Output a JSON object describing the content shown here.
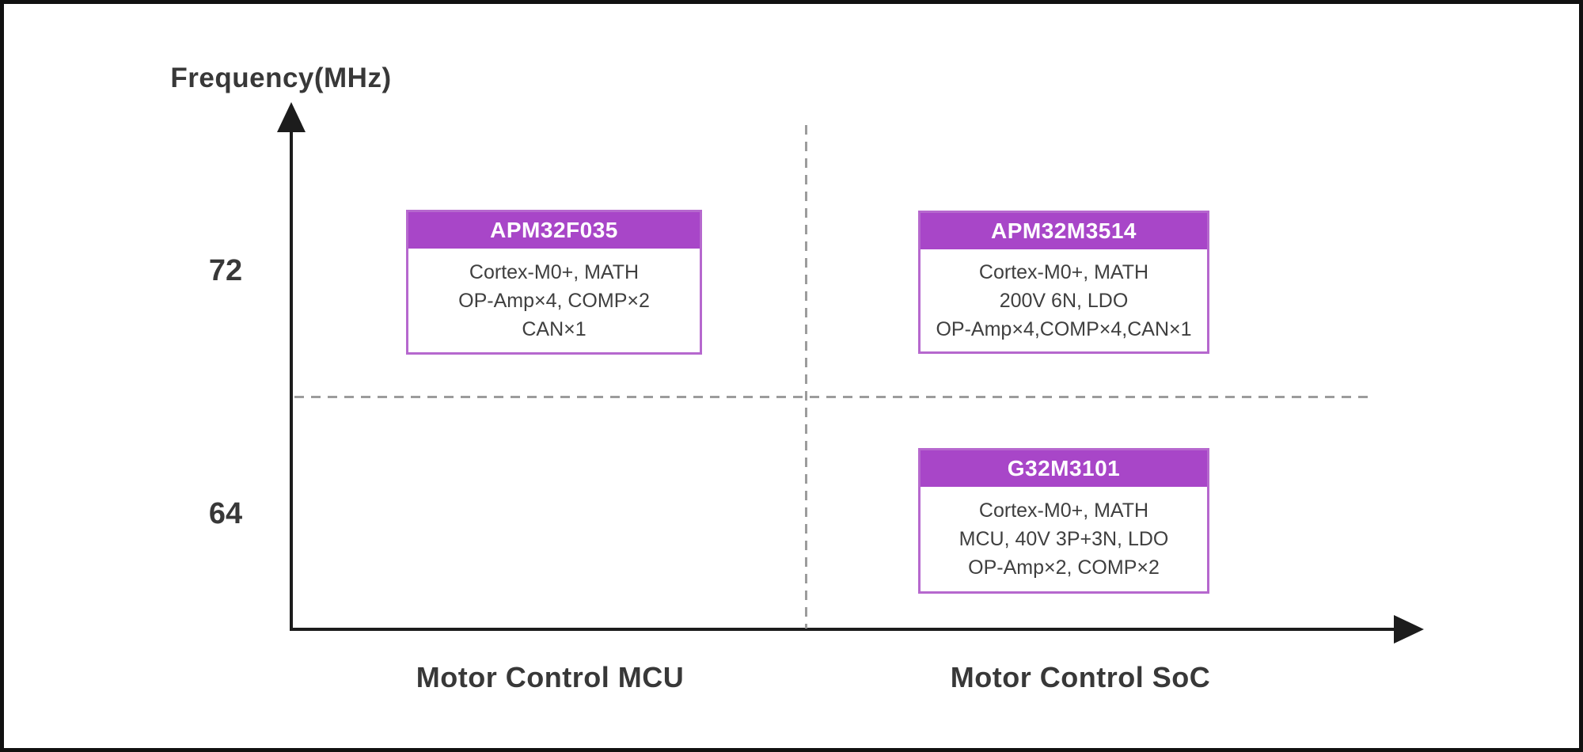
{
  "diagram": {
    "y_axis": {
      "label": "Frequency(MHz)",
      "ticks": [
        "72",
        "64"
      ]
    },
    "x_axis": {
      "categories": [
        "Motor Control MCU",
        "Motor Control SoC"
      ]
    },
    "products": [
      {
        "name": "APM32F035",
        "features": [
          "Cortex-M0+, MATH",
          "OP-Amp×4, COMP×2",
          "CAN×1"
        ],
        "category": "Motor Control MCU",
        "frequency_mhz": "72"
      },
      {
        "name": "APM32M3514",
        "features": [
          "Cortex-M0+, MATH",
          "200V 6N, LDO",
          "OP-Amp×4,COMP×4,CAN×1"
        ],
        "category": "Motor Control SoC",
        "frequency_mhz": "72"
      },
      {
        "name": "G32M3101",
        "features": [
          "Cortex-M0+, MATH",
          "MCU, 40V 3P+3N, LDO",
          "OP-Amp×2, COMP×2"
        ],
        "category": "Motor Control SoC",
        "frequency_mhz": "64"
      }
    ],
    "colors": {
      "header_purple": "#A846C8",
      "border_purple": "#B668CE",
      "axis_color": "#1C1C1C",
      "dashed_gray": "#9C9C9C",
      "text_dark": "#383838"
    }
  }
}
